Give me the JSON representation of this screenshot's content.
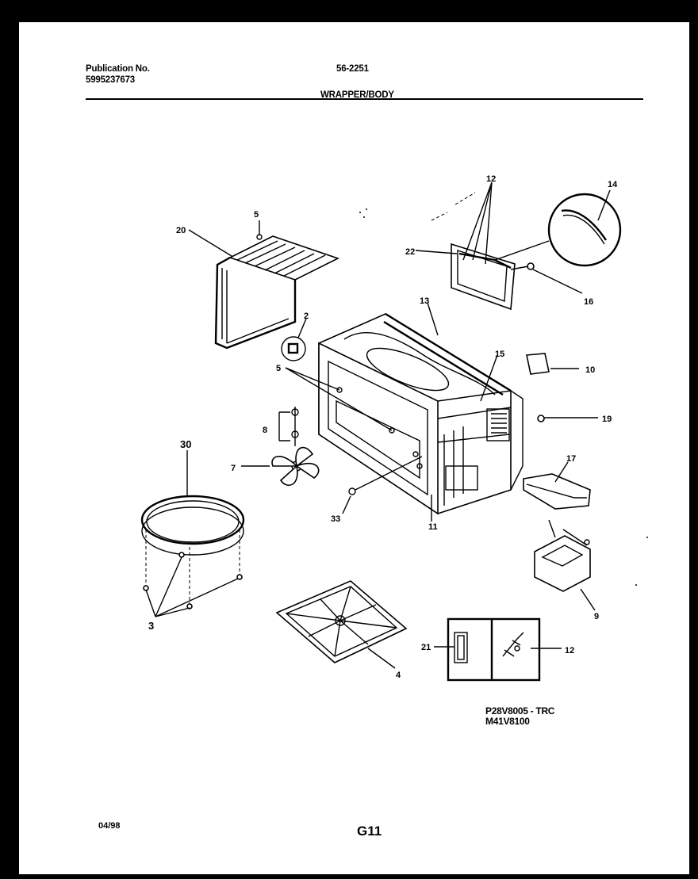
{
  "header": {
    "publication_label": "Publication No.",
    "publication_number": "5995237673",
    "document_code": "56-2251",
    "section_title": "WRAPPER/BODY"
  },
  "callouts": {
    "c20": "20",
    "c5a": "5",
    "c2": "2",
    "c5b": "5",
    "c8": "8",
    "c7": "7",
    "c30": "30",
    "c3": "3",
    "c4": "4",
    "c33": "33",
    "c11": "11",
    "c13": "13",
    "c15": "15",
    "c12a": "12",
    "c14": "14",
    "c22": "22",
    "c16": "16",
    "c10": "10",
    "c19": "19",
    "c17": "17",
    "c9": "9",
    "c21": "21",
    "c12b": "12"
  },
  "models": [
    "P28V8005 - TRC",
    "M41V8100"
  ],
  "footer": {
    "date": "04/98",
    "page_code": "G11"
  }
}
